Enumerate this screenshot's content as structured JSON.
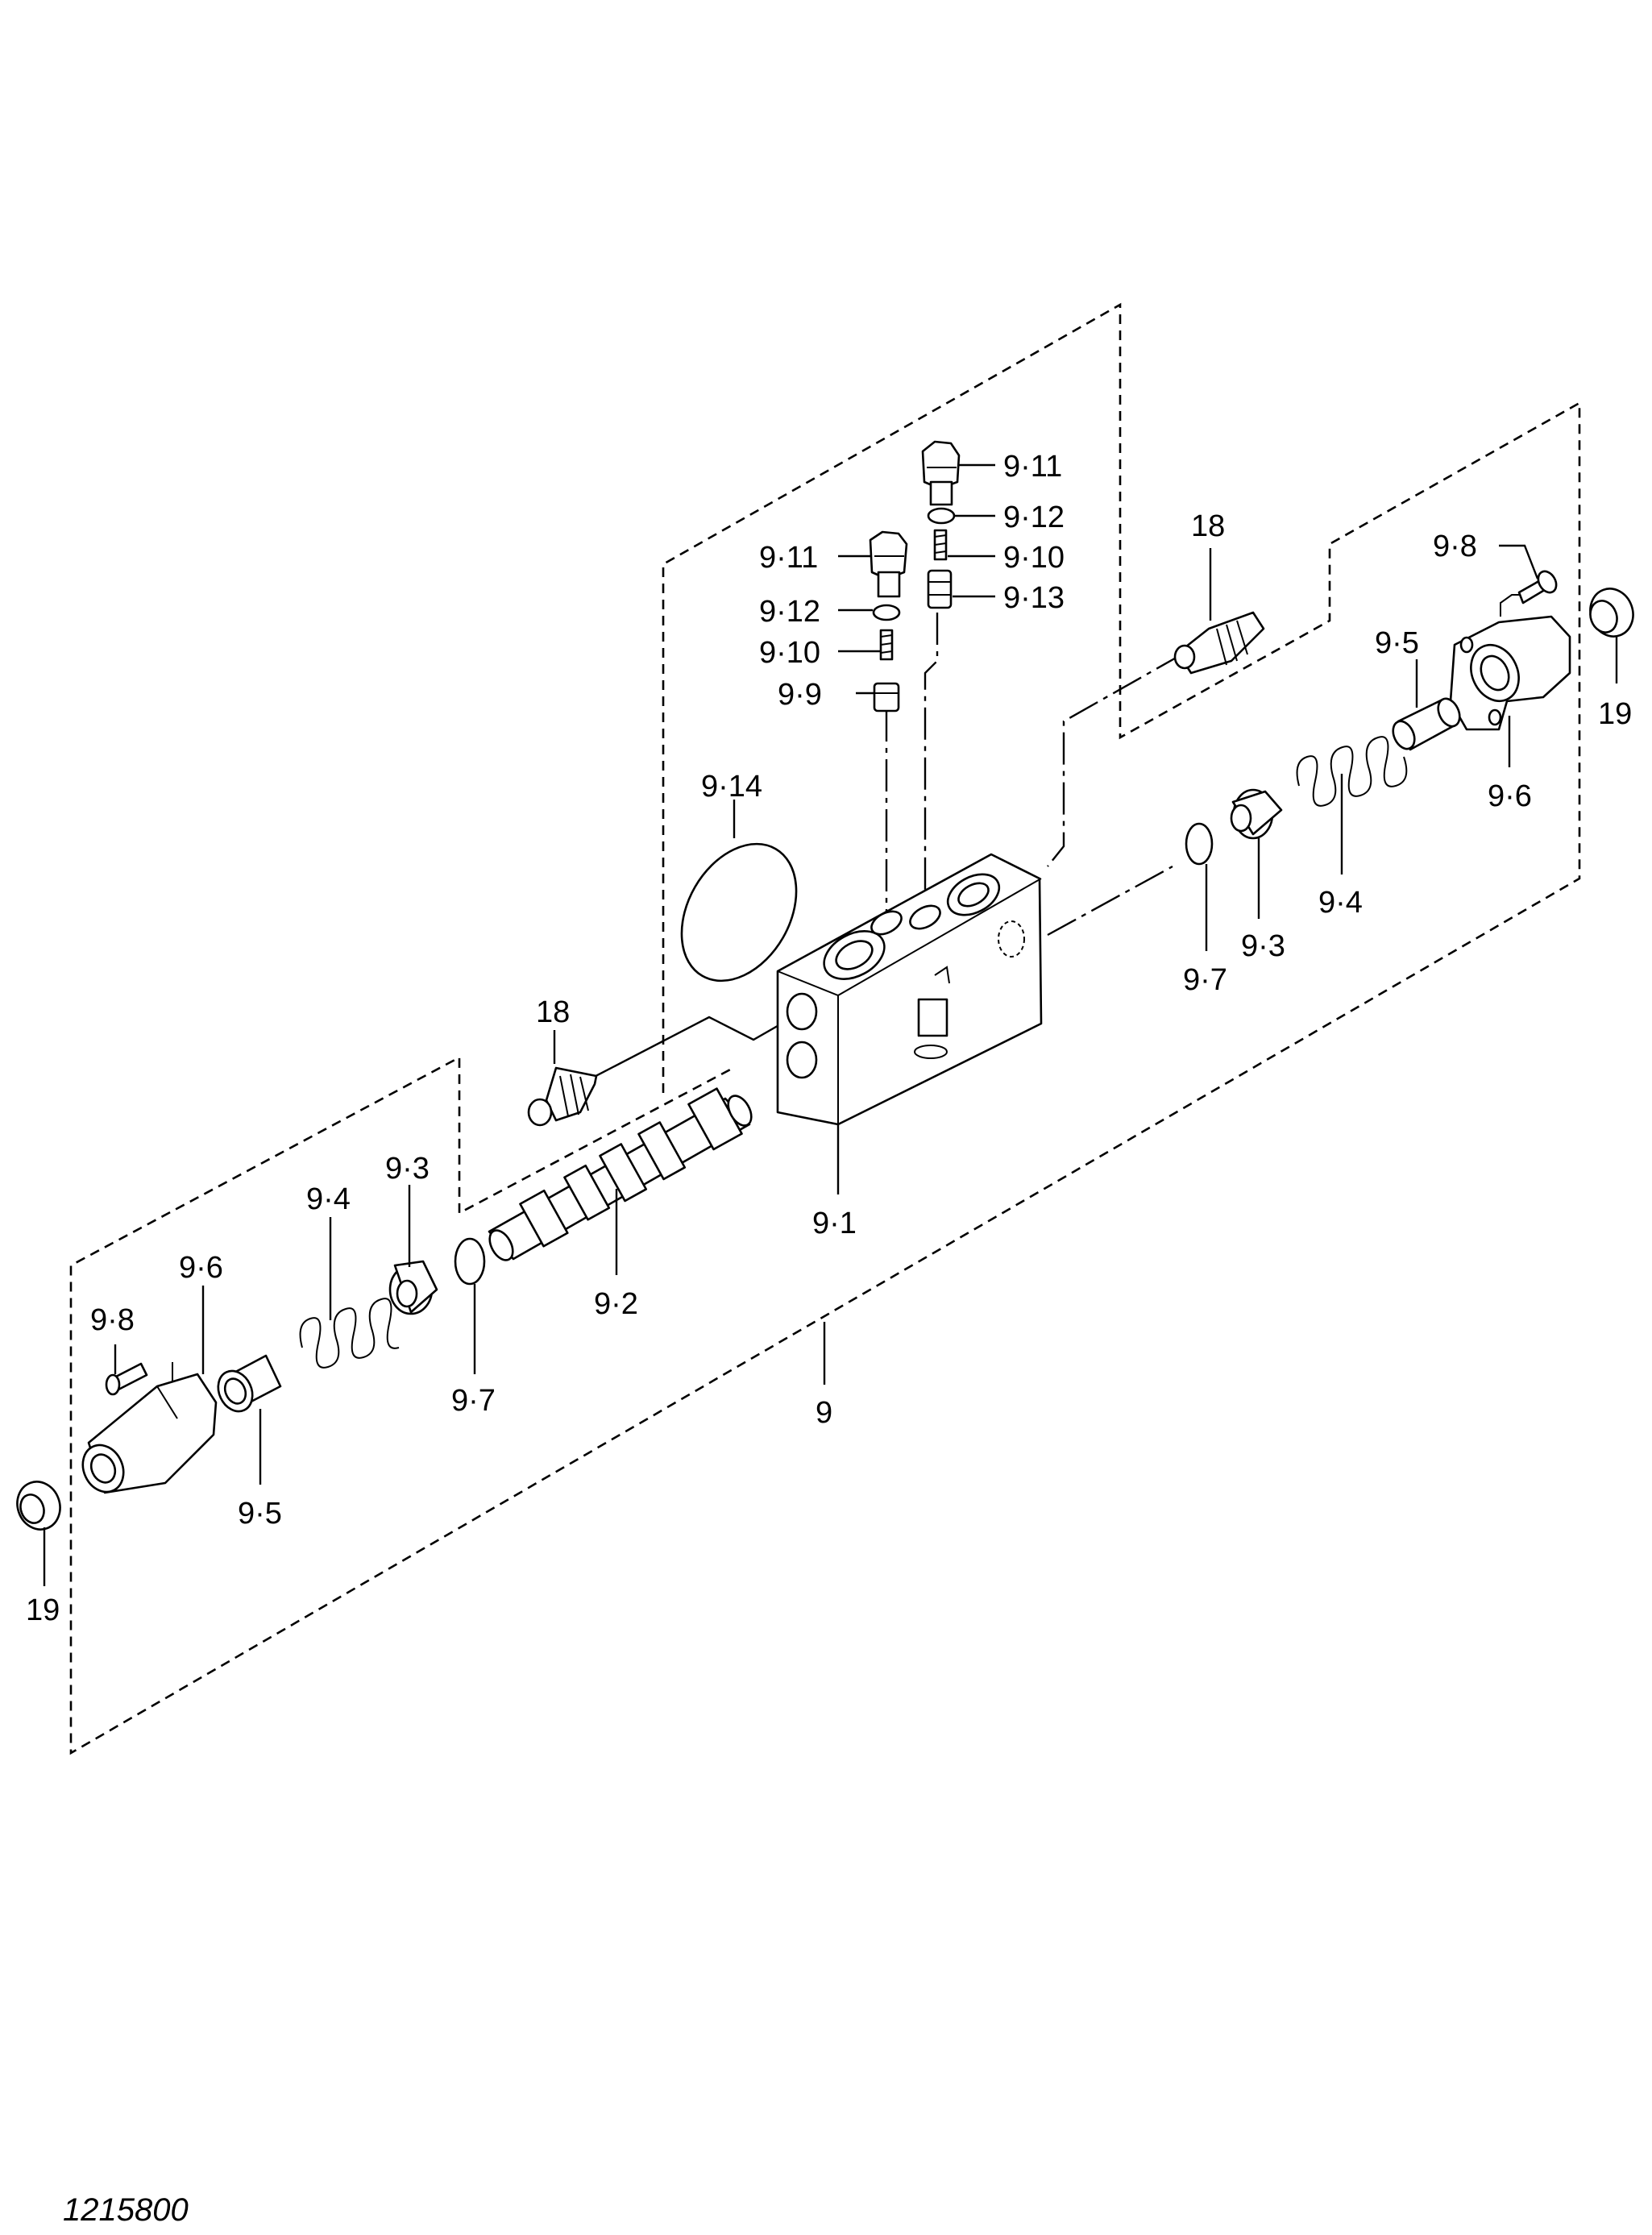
{
  "labels": {
    "l911a": "9·11",
    "l912a": "9·12",
    "l910a": "9·10",
    "l913": "9·13",
    "l911b": "9·11",
    "l912b": "9·12",
    "l910b": "9·10",
    "l99": "9·9",
    "l18a": "18",
    "l98a": "9·8",
    "l95a": "9·5",
    "l19a": "19",
    "l96a": "9·6",
    "l94a": "9·4",
    "l93a": "9·3",
    "l97a": "9·7",
    "l914": "9·14",
    "l18b": "18",
    "l91": "9·1",
    "l92": "9·2",
    "l93b": "9·3",
    "l94b": "9·4",
    "l96b": "9·6",
    "l98b": "9·8",
    "l97b": "9·7",
    "l95b": "9·5",
    "l19b": "19",
    "l9": "9"
  },
  "drawing_code": "1215800"
}
